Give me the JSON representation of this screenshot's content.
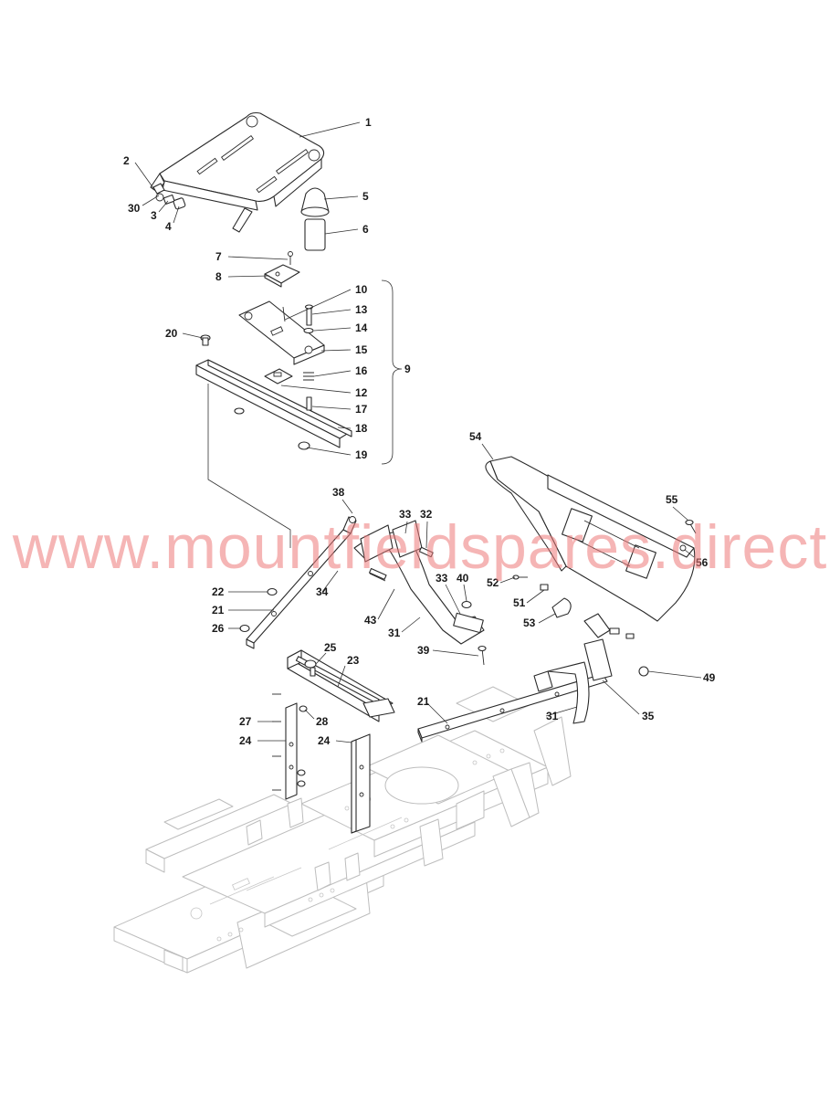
{
  "watermark": "www.mountfieldspares.direct",
  "callouts": [
    {
      "id": "c1",
      "label": "1"
    },
    {
      "id": "c2",
      "label": "2"
    },
    {
      "id": "c30",
      "label": "30"
    },
    {
      "id": "c3",
      "label": "3"
    },
    {
      "id": "c4",
      "label": "4"
    },
    {
      "id": "c5",
      "label": "5"
    },
    {
      "id": "c6",
      "label": "6"
    },
    {
      "id": "c7",
      "label": "7"
    },
    {
      "id": "c8",
      "label": "8"
    },
    {
      "id": "c10",
      "label": "10"
    },
    {
      "id": "c13",
      "label": "13"
    },
    {
      "id": "c14",
      "label": "14"
    },
    {
      "id": "c20",
      "label": "20"
    },
    {
      "id": "c15",
      "label": "15"
    },
    {
      "id": "c16",
      "label": "16"
    },
    {
      "id": "c9",
      "label": "9"
    },
    {
      "id": "c12",
      "label": "12"
    },
    {
      "id": "c17",
      "label": "17"
    },
    {
      "id": "c18",
      "label": "18"
    },
    {
      "id": "c19",
      "label": "19"
    },
    {
      "id": "c54",
      "label": "54"
    },
    {
      "id": "c38",
      "label": "38"
    },
    {
      "id": "c33a",
      "label": "33"
    },
    {
      "id": "c32",
      "label": "32"
    },
    {
      "id": "c55",
      "label": "55"
    },
    {
      "id": "c56",
      "label": "56"
    },
    {
      "id": "c33b",
      "label": "33"
    },
    {
      "id": "c40",
      "label": "40"
    },
    {
      "id": "c52",
      "label": "52"
    },
    {
      "id": "c22",
      "label": "22"
    },
    {
      "id": "c34",
      "label": "34"
    },
    {
      "id": "c51",
      "label": "51"
    },
    {
      "id": "c21a",
      "label": "21"
    },
    {
      "id": "c43",
      "label": "43"
    },
    {
      "id": "c53",
      "label": "53"
    },
    {
      "id": "c26",
      "label": "26"
    },
    {
      "id": "c31a",
      "label": "31"
    },
    {
      "id": "c25",
      "label": "25"
    },
    {
      "id": "c39",
      "label": "39"
    },
    {
      "id": "c23",
      "label": "23"
    },
    {
      "id": "c49",
      "label": "49"
    },
    {
      "id": "c21b",
      "label": "21"
    },
    {
      "id": "c35",
      "label": "35"
    },
    {
      "id": "c31b",
      "label": "31"
    },
    {
      "id": "c27",
      "label": "27"
    },
    {
      "id": "c28",
      "label": "28"
    },
    {
      "id": "c24a",
      "label": "24"
    },
    {
      "id": "c24b",
      "label": "24"
    }
  ]
}
